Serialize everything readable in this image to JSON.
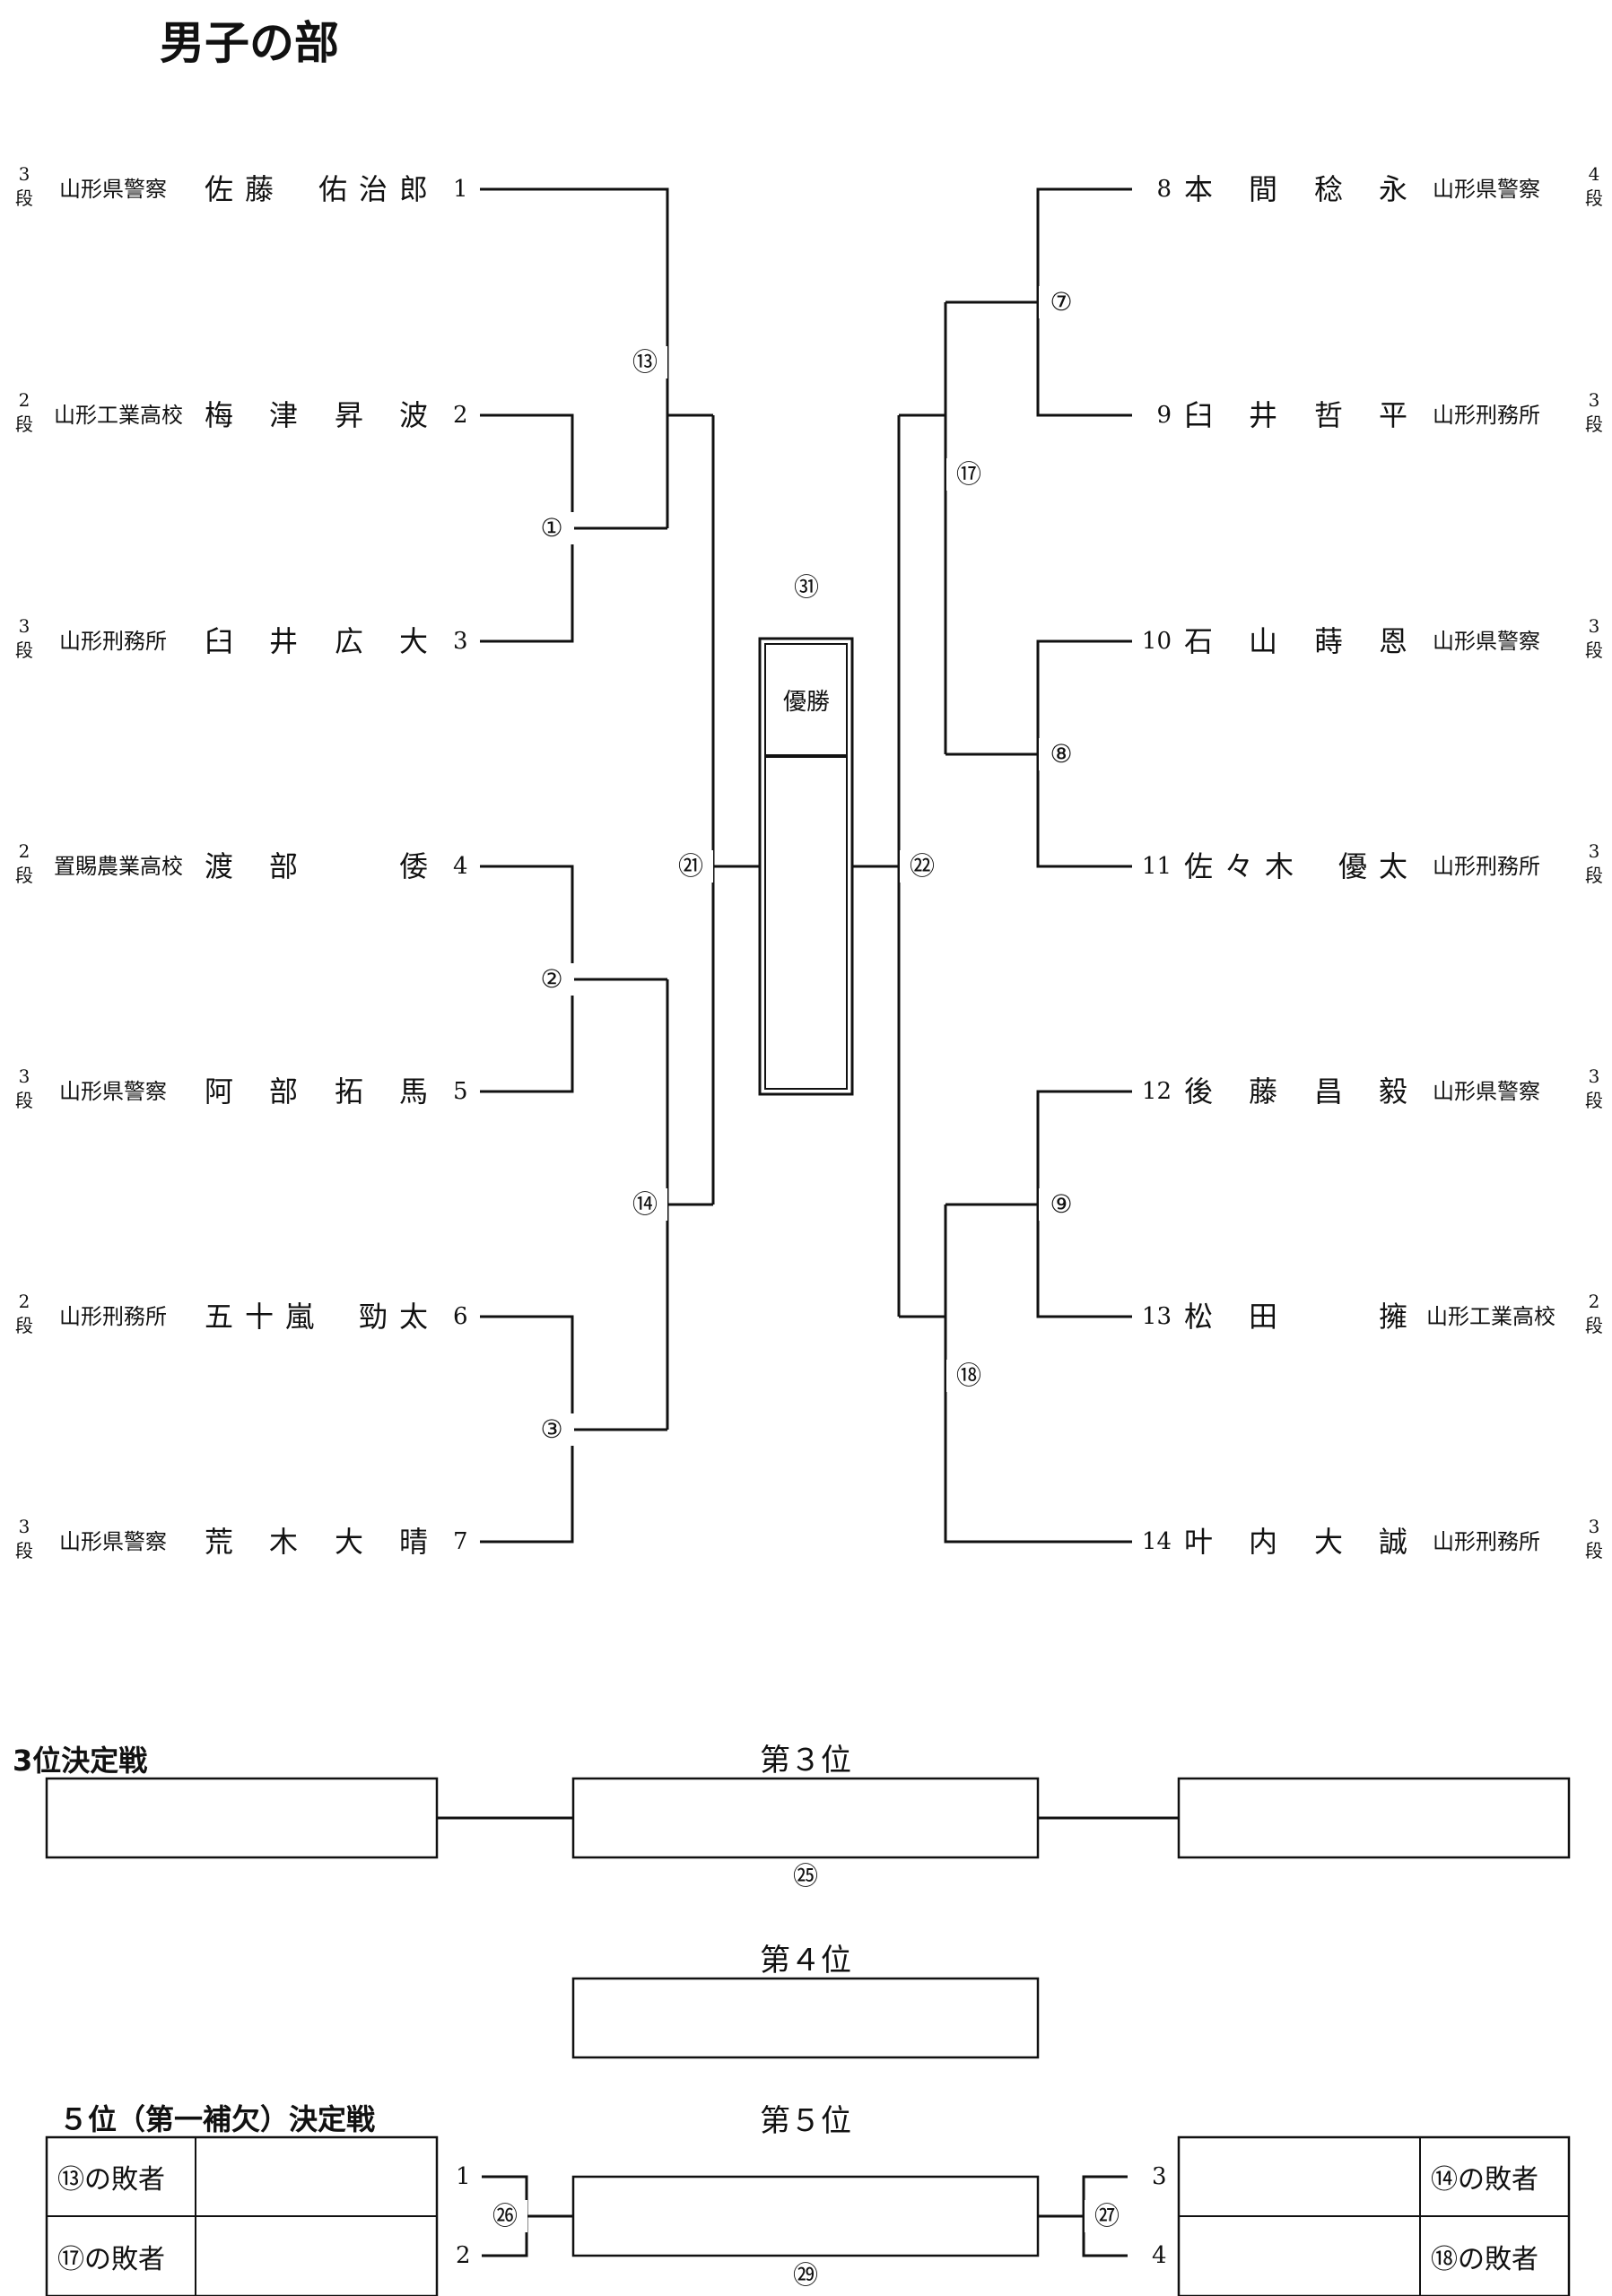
{
  "title": "男子の部",
  "left_players": [
    {
      "rank": [
        "3",
        "段"
      ],
      "affiliation": "山形県警察",
      "name": [
        "佐",
        "藤",
        "",
        "佑",
        "治",
        "郎"
      ],
      "seed": "1"
    },
    {
      "rank": [
        "2",
        "段"
      ],
      "affiliation": "山形工業高校",
      "name": [
        "梅",
        "",
        "津",
        "昇",
        "",
        "波"
      ],
      "seed": "2"
    },
    {
      "rank": [
        "3",
        "段"
      ],
      "affiliation": "山形刑務所",
      "name": [
        "臼",
        "",
        "井",
        "広",
        "",
        "大"
      ],
      "seed": "3"
    },
    {
      "rank": [
        "2",
        "段"
      ],
      "affiliation": "置賜農業高校",
      "name": [
        "渡",
        "",
        "部",
        "",
        "",
        "倭"
      ],
      "seed": "4"
    },
    {
      "rank": [
        "3",
        "段"
      ],
      "affiliation": "山形県警察",
      "name": [
        "阿",
        "",
        "部",
        "拓",
        "",
        "馬"
      ],
      "seed": "5"
    },
    {
      "rank": [
        "2",
        "段"
      ],
      "affiliation": "山形刑務所",
      "name": [
        "五",
        "十",
        "嵐",
        "",
        "勁",
        "太"
      ],
      "seed": "6"
    },
    {
      "rank": [
        "3",
        "段"
      ],
      "affiliation": "山形県警察",
      "name": [
        "荒",
        "",
        "木",
        "大",
        "",
        "晴"
      ],
      "seed": "7"
    }
  ],
  "right_players": [
    {
      "seed": "8",
      "name": [
        "本",
        "",
        "間",
        "稔",
        "",
        "永"
      ],
      "affiliation": "山形県警察",
      "rank": [
        "4",
        "段"
      ]
    },
    {
      "seed": "9",
      "name": [
        "臼",
        "",
        "井",
        "哲",
        "",
        "平"
      ],
      "affiliation": "山形刑務所",
      "rank": [
        "3",
        "段"
      ]
    },
    {
      "seed": "10",
      "name": [
        "石",
        "",
        "山",
        "蒔",
        "",
        "恩"
      ],
      "affiliation": "山形県警察",
      "rank": [
        "3",
        "段"
      ]
    },
    {
      "seed": "11",
      "name": [
        "佐",
        "々",
        "木",
        "",
        "優",
        "太"
      ],
      "affiliation": "山形刑務所",
      "rank": [
        "3",
        "段"
      ]
    },
    {
      "seed": "12",
      "name": [
        "後",
        "",
        "藤",
        "昌",
        "",
        "毅"
      ],
      "affiliation": "山形県警察",
      "rank": [
        "3",
        "段"
      ]
    },
    {
      "seed": "13",
      "name": [
        "松",
        "",
        "田",
        "",
        "",
        "擁"
      ],
      "affiliation": "山形工業高校",
      "rank": [
        "2",
        "段"
      ]
    },
    {
      "seed": "14",
      "name": [
        "叶",
        "",
        "内",
        "大",
        "",
        "誠"
      ],
      "affiliation": "山形刑務所",
      "rank": [
        "3",
        "段"
      ]
    }
  ],
  "match_numbers": {
    "m1": "①",
    "m2": "②",
    "m3": "③",
    "m7": "⑦",
    "m8": "⑧",
    "m9": "⑨",
    "m13": "⑬",
    "m14": "⑭",
    "m17": "⑰",
    "m18": "⑱",
    "m21": "㉑",
    "m22": "㉒",
    "m31": "㉛",
    "m25": "㉕",
    "m26": "㉖",
    "m27": "㉗",
    "m29": "㉙"
  },
  "champion_label": "優勝",
  "third_place": {
    "section_title": "3位決定戦",
    "caption": "第３位"
  },
  "fourth_place": {
    "caption": "第４位"
  },
  "fifth_place": {
    "section_title": "５位（第一補欠）決定戦",
    "caption": "第５位",
    "left_rows": [
      "⑬の敗者",
      "⑰の敗者"
    ],
    "right_rows": [
      "⑭の敗者",
      "⑱の敗者"
    ],
    "left_numbers": [
      "1",
      "2"
    ],
    "right_numbers": [
      "3",
      "4"
    ]
  }
}
